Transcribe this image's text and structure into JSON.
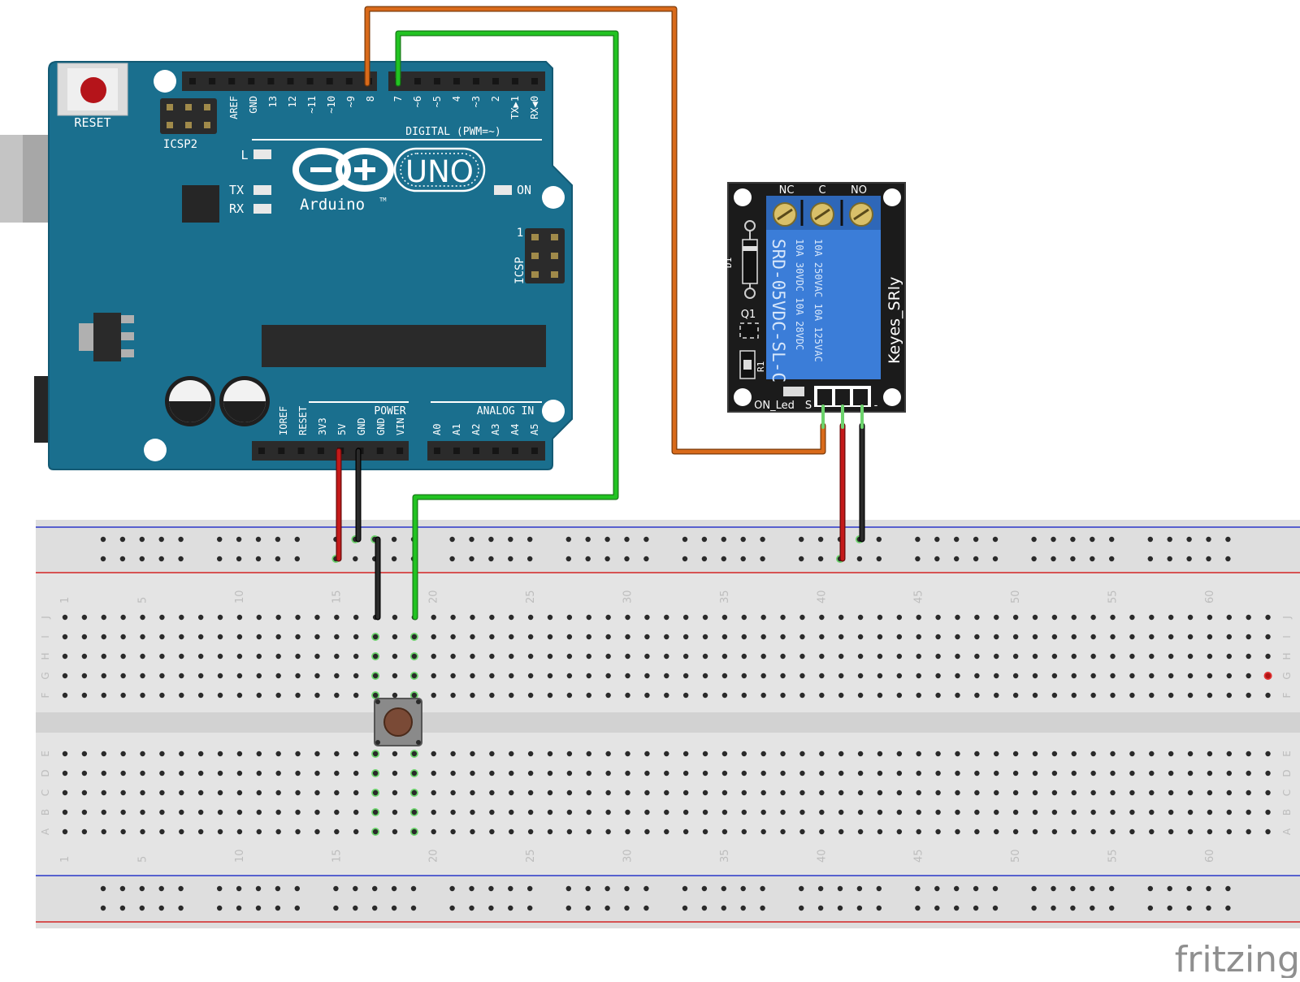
{
  "arduino": {
    "reset_label": "RESET",
    "icsp2_label": "ICSP2",
    "icsp_label": "ICSP",
    "icsp_pin1": "1",
    "logo_text": "Arduino",
    "trademark": "TM",
    "model": "UNO",
    "led_l": "L",
    "led_tx": "TX",
    "led_rx": "RX",
    "led_on": "ON",
    "digital_title": "DIGITAL (PWM=~)",
    "digital_pins": [
      "AREF",
      "GND",
      "13",
      "12",
      "~11",
      "~10",
      "~9",
      "8",
      "7",
      "~6",
      "~5",
      "4",
      "~3",
      "2",
      "TX▶1",
      "RX◀0"
    ],
    "power_title": "POWER",
    "power_pins": [
      "IOREF",
      "RESET",
      "3V3",
      "5V",
      "GND",
      "GND",
      "VIN"
    ],
    "analog_title": "ANALOG IN",
    "analog_pins": [
      "A0",
      "A1",
      "A2",
      "A3",
      "A4",
      "A5"
    ],
    "colors": {
      "board": "#1a6f8e",
      "board_edge": "#135a74",
      "header": "#2b2b2b"
    }
  },
  "relay": {
    "terminals": [
      "NC",
      "C",
      "NO"
    ],
    "relay_model": "SRD-05VDC-SL-C",
    "rating_line1": "10A 250VAC  10A 125VAC",
    "rating_line2": "10A  30VDC  10A  28VDC",
    "module_name": "Keyes_SRly",
    "d1": "D1",
    "q1": "Q1",
    "r1": "R1",
    "on_led": "ON_Led",
    "pin_s": "S",
    "pin_minus": "-",
    "colors": {
      "pcb": "#1b1b1b",
      "relay_body": "#3b7dd8"
    }
  },
  "breadboard": {
    "column_numbers": [
      "1",
      "5",
      "10",
      "15",
      "20",
      "25",
      "30",
      "35",
      "40",
      "45",
      "50",
      "55",
      "60"
    ],
    "rows_top": [
      "J",
      "I",
      "H",
      "G",
      "F"
    ],
    "rows_bottom": [
      "E",
      "D",
      "C",
      "B",
      "A"
    ],
    "colors": {
      "body": "#e6e6e6",
      "rail_red": "#d42424",
      "rail_blue": "#2a36c8",
      "hole": "#2a2a2a",
      "connected": "#6cd36c"
    }
  },
  "wires": {
    "colors": {
      "orange": "#d96a1a",
      "green": "#22c322",
      "red": "#c41a1a",
      "black": "#222222"
    }
  },
  "button_colors": {
    "body": "#8a8a8a",
    "cap": "#7a4a36"
  },
  "watermark": "fritzing"
}
